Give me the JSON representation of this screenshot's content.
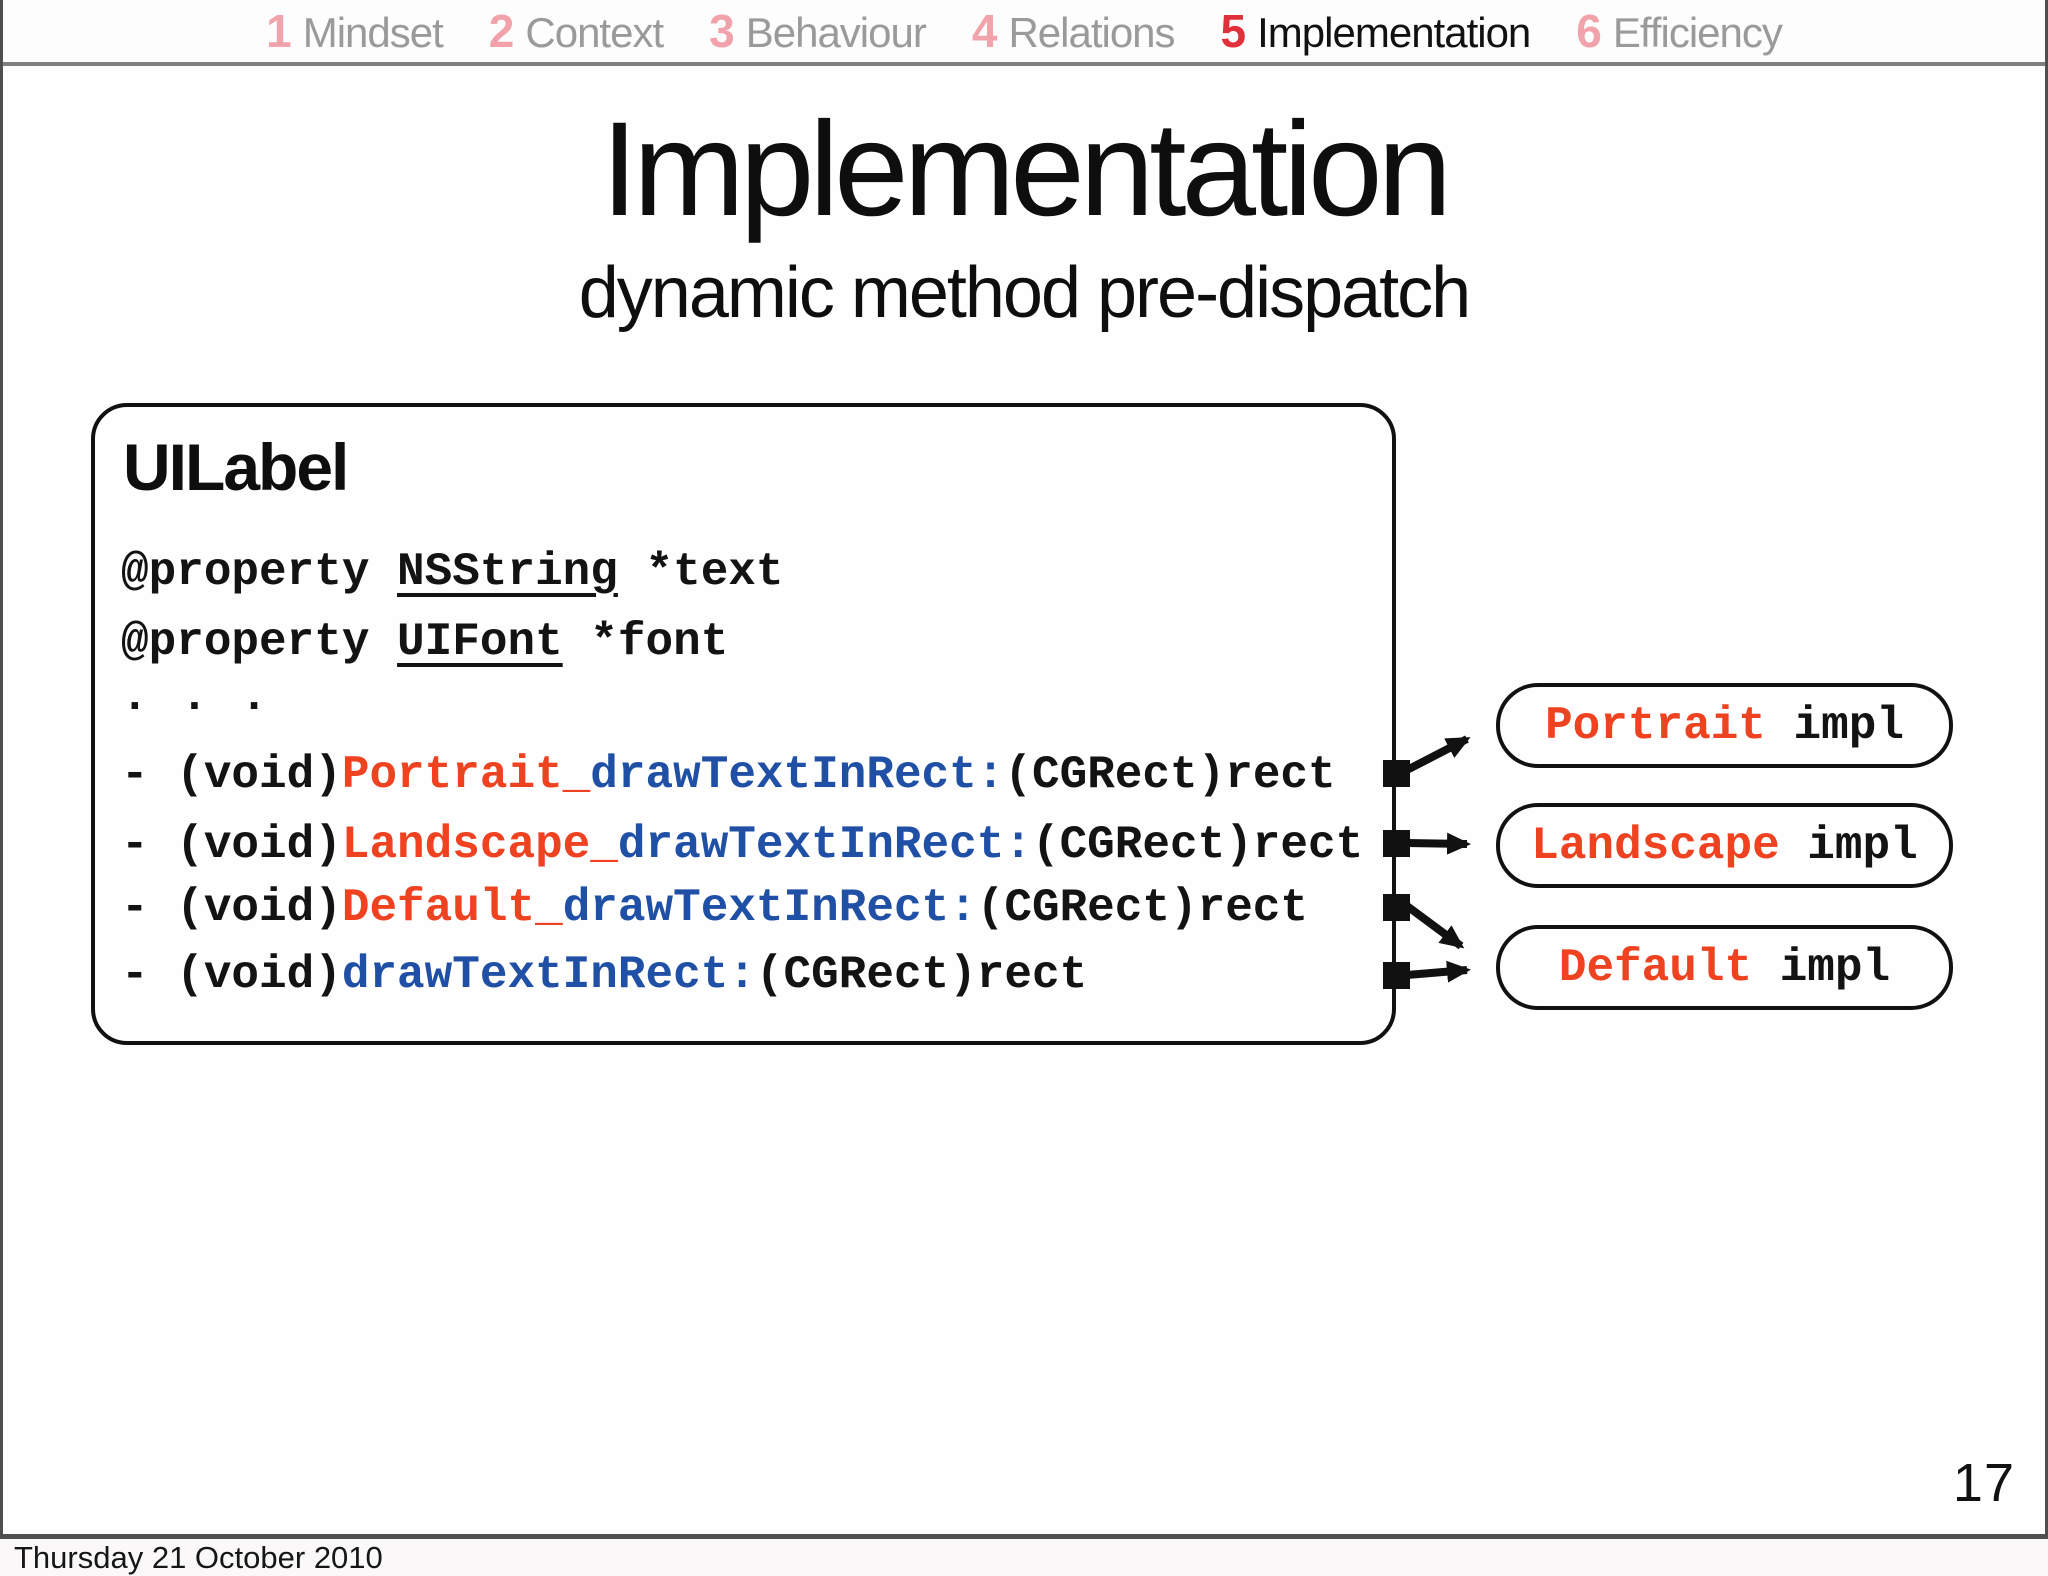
{
  "nav": {
    "items": [
      {
        "number": "1",
        "label": "Mindset"
      },
      {
        "number": "2",
        "label": "Context"
      },
      {
        "number": "3",
        "label": "Behaviour"
      },
      {
        "number": "4",
        "label": "Relations"
      },
      {
        "number": "5",
        "label": "Implementation"
      },
      {
        "number": "6",
        "label": "Efficiency"
      }
    ],
    "active_index": 4
  },
  "title": "Implementation",
  "subtitle": "dynamic method pre-dispatch",
  "class_box": {
    "name": "UILabel",
    "property_lines": [
      {
        "prefix": "@property ",
        "type": "NSString",
        "suffix": " *text"
      },
      {
        "prefix": "@property ",
        "type": "UIFont",
        "suffix": " *font"
      }
    ],
    "ellipsis": "...",
    "method_lines": [
      {
        "prefix": "- (void)",
        "variant": "Portrait_",
        "selector": "drawTextInRect:",
        "params": "(CGRect)rect"
      },
      {
        "prefix": "- (void)",
        "variant": "Landscape_",
        "selector": "drawTextInRect:",
        "params": "(CGRect)rect"
      },
      {
        "prefix": "- (void)",
        "variant": "Default_",
        "selector": "drawTextInRect:",
        "params": "(CGRect)rect"
      },
      {
        "prefix": "- (void)",
        "variant": "",
        "selector": "drawTextInRect:",
        "params": "(CGRect)rect"
      }
    ]
  },
  "impl_boxes": [
    {
      "variant": "Portrait",
      "suffix": " impl"
    },
    {
      "variant": "Landscape",
      "suffix": " impl"
    },
    {
      "variant": "Default",
      "suffix": " impl"
    }
  ],
  "page_number": "17",
  "footer_date": "Thursday 21 October 2010",
  "colors": {
    "code_red": "#ee4220",
    "code_blue": "#2050a6",
    "nav_pink": "#f1a2aa",
    "nav_active_red": "#e0303a",
    "nav_gray": "#9a9a9a",
    "ink_black": "#111111"
  }
}
